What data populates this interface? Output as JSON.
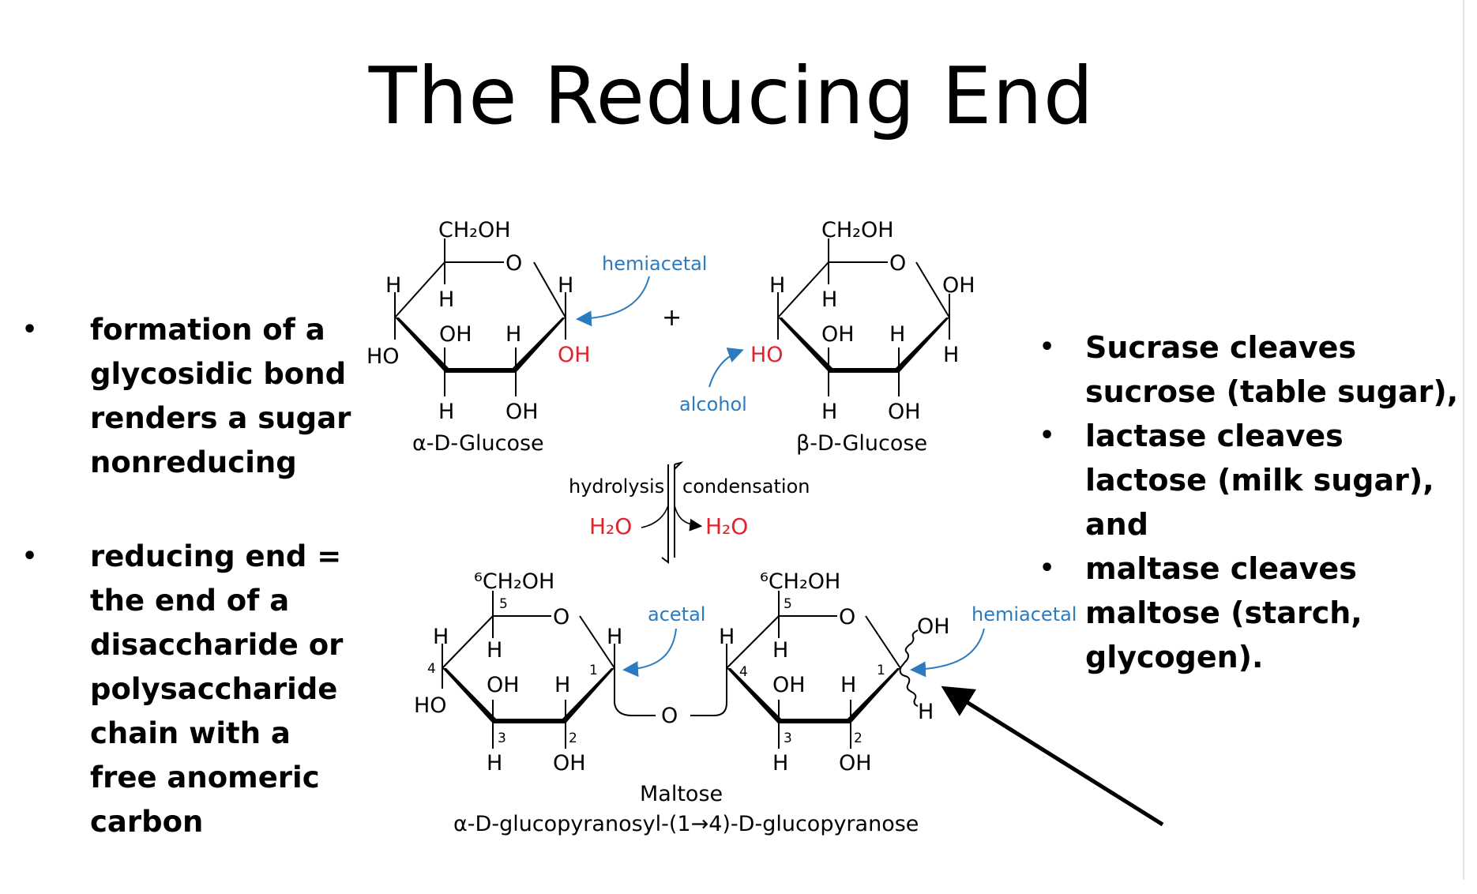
{
  "title": "The Reducing End",
  "left_bullets": [
    {
      "text": "formation of a glycosidic bond renders a sugar nonreducing"
    },
    {
      "bold": "reducing end",
      "text": " = the end of a disaccharide or polysaccharide chain with a free anomeric carbon"
    }
  ],
  "right_bullets": [
    "Sucrase cleaves sucrose (table sugar),",
    "lactase cleaves lactose (milk sugar), and",
    "maltase cleaves maltose (starch, glycogen)."
  ],
  "diagram": {
    "alpha_glucose": {
      "ch2oh": "CH₂OH",
      "o": "O",
      "h_left": "H",
      "h_c5": "H",
      "h_anomeric": "H",
      "ho": "HO",
      "oh_c3": "OH",
      "h_c2": "H",
      "oh_anomeric": "OH",
      "h_bottom": "H",
      "oh_bottom": "OH",
      "name": "α-D-Glucose"
    },
    "beta_glucose": {
      "ch2oh": "CH₂OH",
      "o": "O",
      "h_left": "H",
      "h_c5": "H",
      "oh_anomeric": "OH",
      "ho": "HO",
      "oh_c3": "OH",
      "h_c2": "H",
      "h_anomeric": "H",
      "h_bottom": "H",
      "oh_bottom": "OH",
      "name": "β-D-Glucose"
    },
    "plus": "+",
    "hemiacetal_top": "hemiacetal",
    "alcohol": "alcohol",
    "hydrolysis": "hydrolysis",
    "condensation": "condensation",
    "h2o_left": "H₂O",
    "h2o_right": "H₂O",
    "maltose": {
      "ring1": {
        "ch2oh": "⁶CH₂OH",
        "c5": "5",
        "o": "O",
        "h_left": "H",
        "h_c5": "H",
        "h_c1": "H",
        "c4": "4",
        "ho": "HO",
        "oh": "OH",
        "h_c2": "H",
        "c1": "1",
        "c3": "3",
        "c2": "2",
        "h_bottom": "H",
        "oh_bottom": "OH"
      },
      "ring2": {
        "ch2oh": "⁶CH₂OH",
        "c5": "5",
        "o": "O",
        "h_left": "H",
        "h_c5": "H",
        "c4": "4",
        "oh": "OH",
        "h_c2": "H",
        "c1": "1",
        "c3": "3",
        "c2": "2",
        "h_bottom": "H",
        "oh_bottom": "OH",
        "oh_anomeric": "OH",
        "h_anomeric": "H"
      },
      "bridge_o": "O",
      "acetal": "acetal",
      "hemiacetal": "hemiacetal",
      "name": "Maltose",
      "systematic": "α-D-glucopyranosyl-(1→4)-D-glucopyranose"
    }
  },
  "colors": {
    "blue": "#2b7bc0",
    "red": "#e0242b",
    "black": "#000000"
  }
}
